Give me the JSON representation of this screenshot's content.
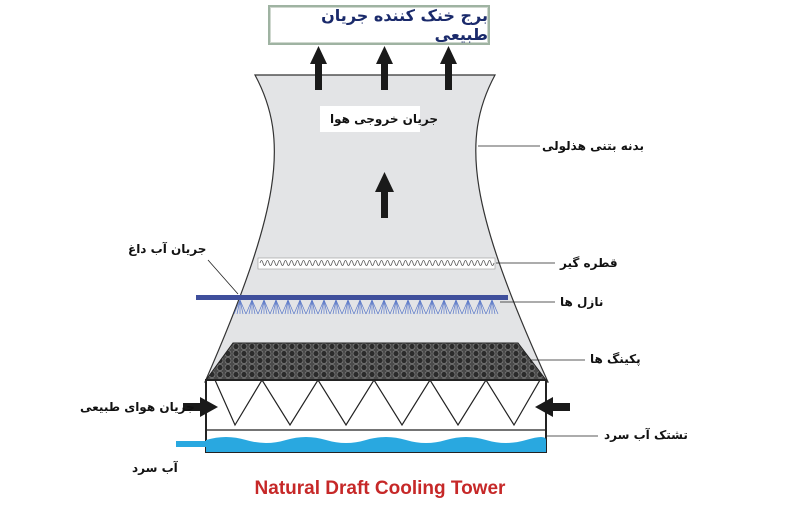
{
  "header": {
    "title": "برج خنک کننده جریان طبیعی"
  },
  "labels": {
    "exhaust_air": "جریان خروجی هوا",
    "shell": "بدنه بتنی هذلولی",
    "drift_eliminator": "قطره گیر",
    "hot_water": "جریان آب داغ",
    "nozzles": "نازل ها",
    "packing": "پکینگ ها",
    "natural_air": "جریان هوای طبیعی",
    "cold_water_basin": "تشتک آب سرد",
    "cold_water": "آب سرد"
  },
  "caption": "Natural Draft Cooling Tower",
  "colors": {
    "tower_fill": "#e3e4e6",
    "pipe": "#3f4f9c",
    "water": "#29a8e0",
    "caption": "#c62828"
  }
}
